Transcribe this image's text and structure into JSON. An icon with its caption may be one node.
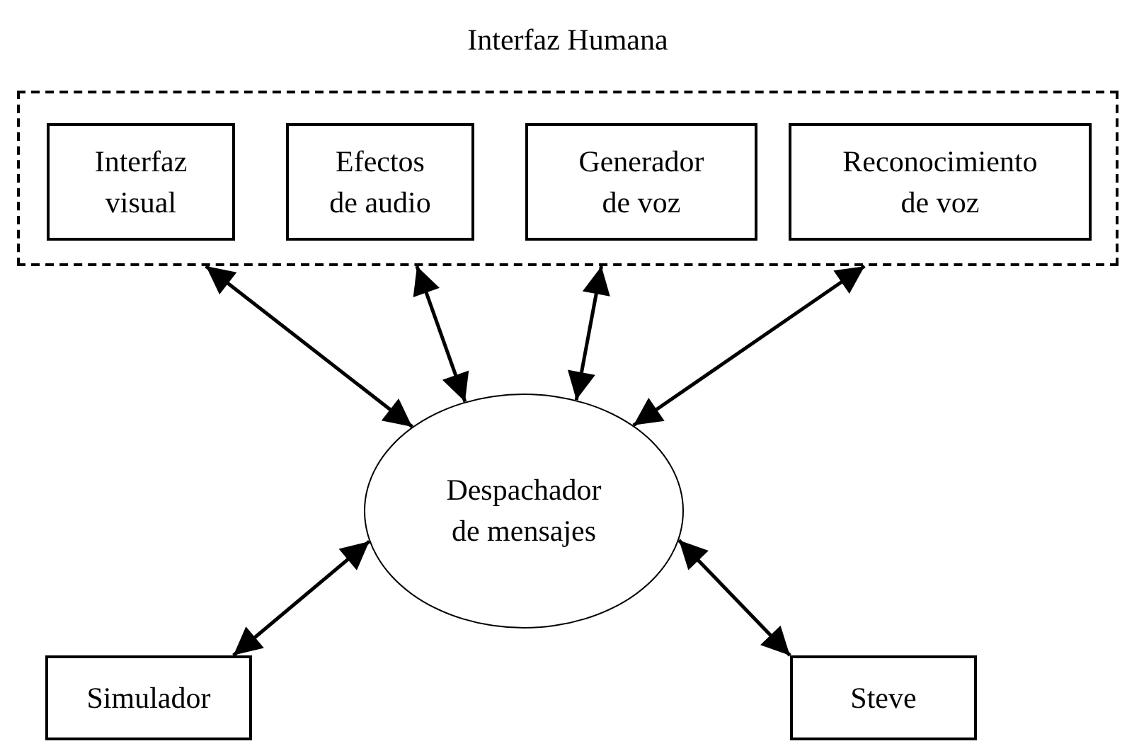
{
  "diagram": {
    "nodes": [
      {
        "text": [
          "Interfaz Humana"
        ]
      },
      {
        "text": [
          "Interfaz visual"
        ],
        "in": 0
      },
      {
        "text": [
          "Efectos de audio"
        ],
        "in": 0
      },
      {
        "text": [
          "Generador de voz"
        ],
        "in": 0
      },
      {
        "text": [
          "Reconocimiento de voz"
        ],
        "in": 0
      },
      {
        "text": [
          "Despachador de mensajes"
        ]
      },
      {
        "text": [
          "Simulador"
        ]
      },
      {
        "text": [
          "Steve"
        ]
      }
    ],
    "edges": [
      {
        "from": 1,
        "to": 5,
        "arrow": "both"
      },
      {
        "from": 2,
        "to": 5,
        "arrow": "both"
      },
      {
        "from": 3,
        "to": 5,
        "arrow": "both"
      },
      {
        "from": 4,
        "to": 5,
        "arrow": "both"
      },
      {
        "from": 6,
        "to": 5,
        "arrow": "both"
      },
      {
        "from": 7,
        "to": 5,
        "arrow": "both"
      }
    ]
  }
}
